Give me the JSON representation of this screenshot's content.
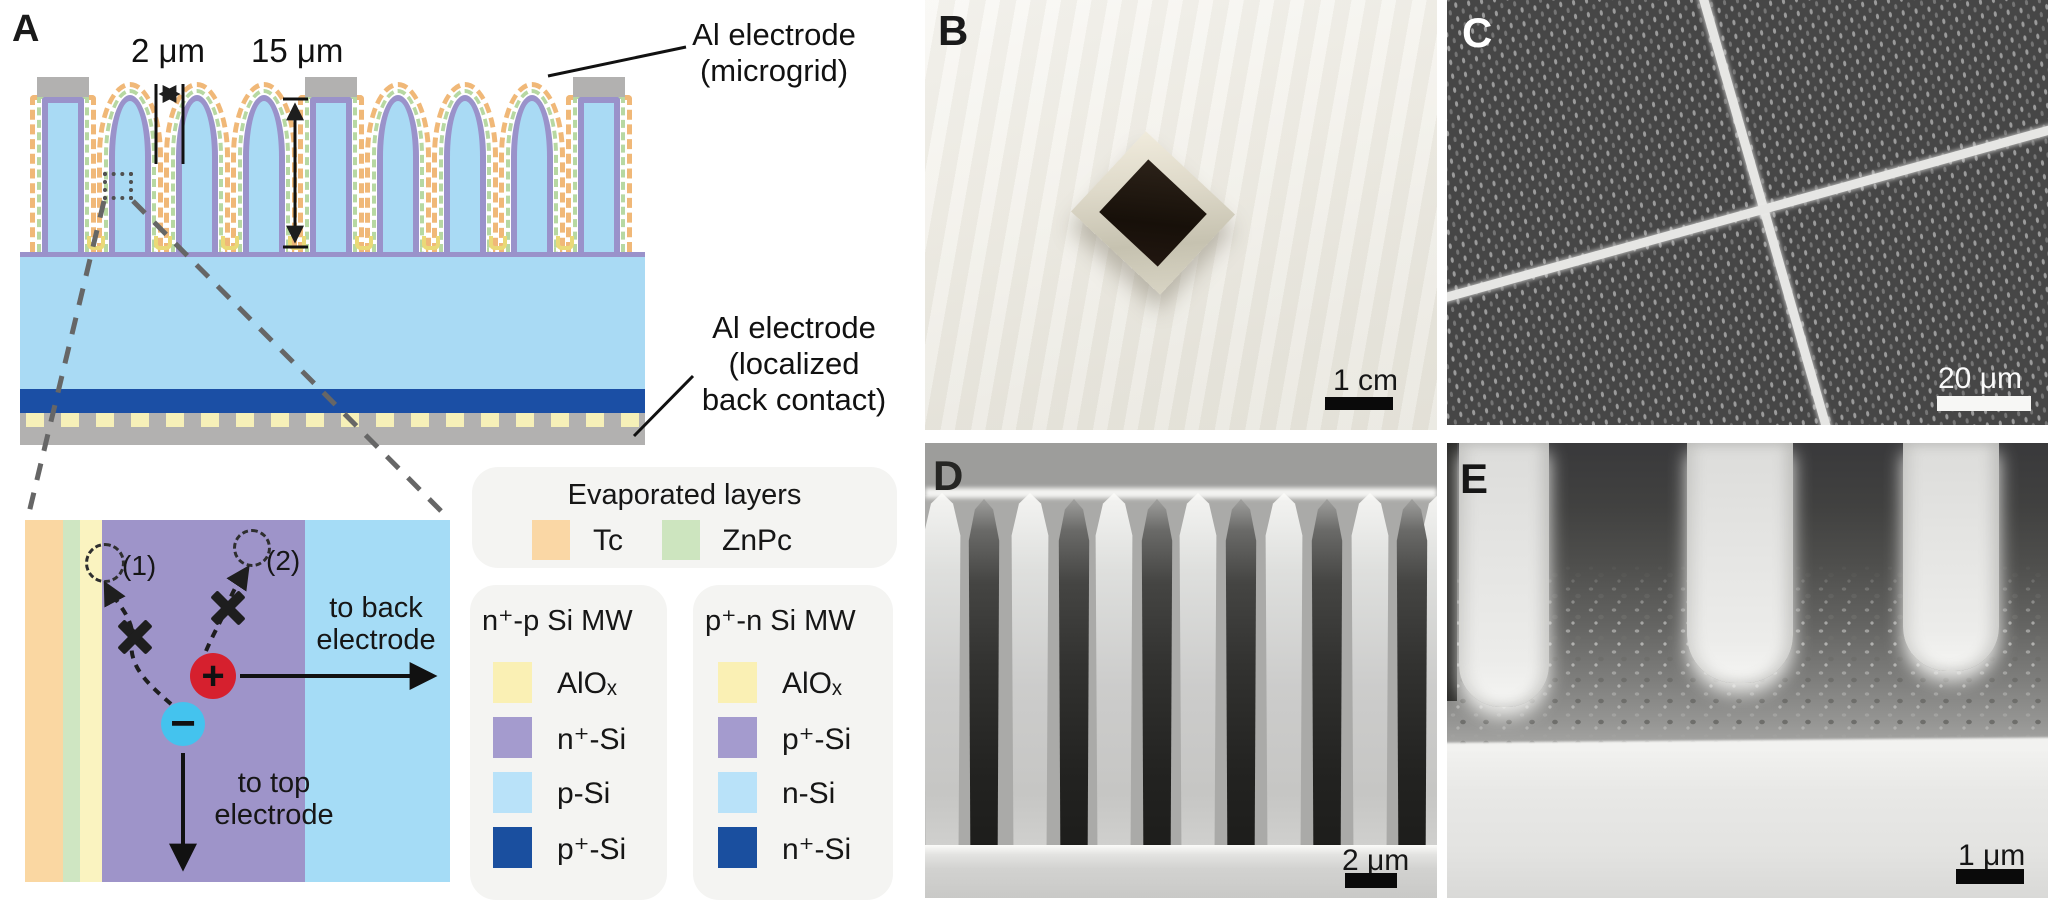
{
  "panelA": {
    "label": "A",
    "dims": {
      "small": "2 μm",
      "large": "15 μm"
    },
    "electrode_top": [
      "Al electrode",
      "(microgrid)"
    ],
    "electrode_back": [
      "Al electrode",
      "(localized",
      "back contact)"
    ],
    "inset": {
      "p1": "(1)",
      "p2": "(2)",
      "plus": "+",
      "minus": "−",
      "to_back": [
        "to back",
        "electrode"
      ],
      "to_top": [
        "to top",
        "electrode"
      ]
    },
    "legends": {
      "evap": {
        "title": "Evaporated layers",
        "items": [
          {
            "label": "Tc",
            "color": "#fad7a5"
          },
          {
            "label": "ZnPc",
            "color": "#cde5bf"
          }
        ]
      },
      "np": {
        "title": "n⁺-p Si MW",
        "items": [
          {
            "label": "AlOₓ",
            "color": "#faf0b4"
          },
          {
            "label": "n⁺-Si",
            "color": "#a49bce"
          },
          {
            "label": "p-Si",
            "color": "#b9e2f9"
          },
          {
            "label": "p⁺-Si",
            "color": "#1a4f9f"
          }
        ]
      },
      "pn": {
        "title": "p⁺-n Si MW",
        "items": [
          {
            "label": "AlOₓ",
            "color": "#faf0b4"
          },
          {
            "label": "p⁺-Si",
            "color": "#a49bce"
          },
          {
            "label": "n-Si",
            "color": "#b9e2f9"
          },
          {
            "label": "n⁺-Si",
            "color": "#1a4f9f"
          }
        ]
      }
    }
  },
  "panelB": {
    "label": "B",
    "scale": "1 cm"
  },
  "panelC": {
    "label": "C",
    "scale": "20 μm"
  },
  "panelD": {
    "label": "D",
    "scale": "2 μm"
  },
  "panelE": {
    "label": "E",
    "scale": "1 μm"
  },
  "colors": {
    "si_light_blue": "#a9daf4",
    "si_purple": "#9a92ca",
    "si_dark_blue": "#1b4fa5",
    "al_gray": "#b2b1b0",
    "alox_yellow": "#faf3c0",
    "tc_orange": "#f0b878",
    "znpc_green": "#b7d8a2",
    "hole_red": "#d6202e",
    "electron_cyan": "#44c3ee"
  }
}
